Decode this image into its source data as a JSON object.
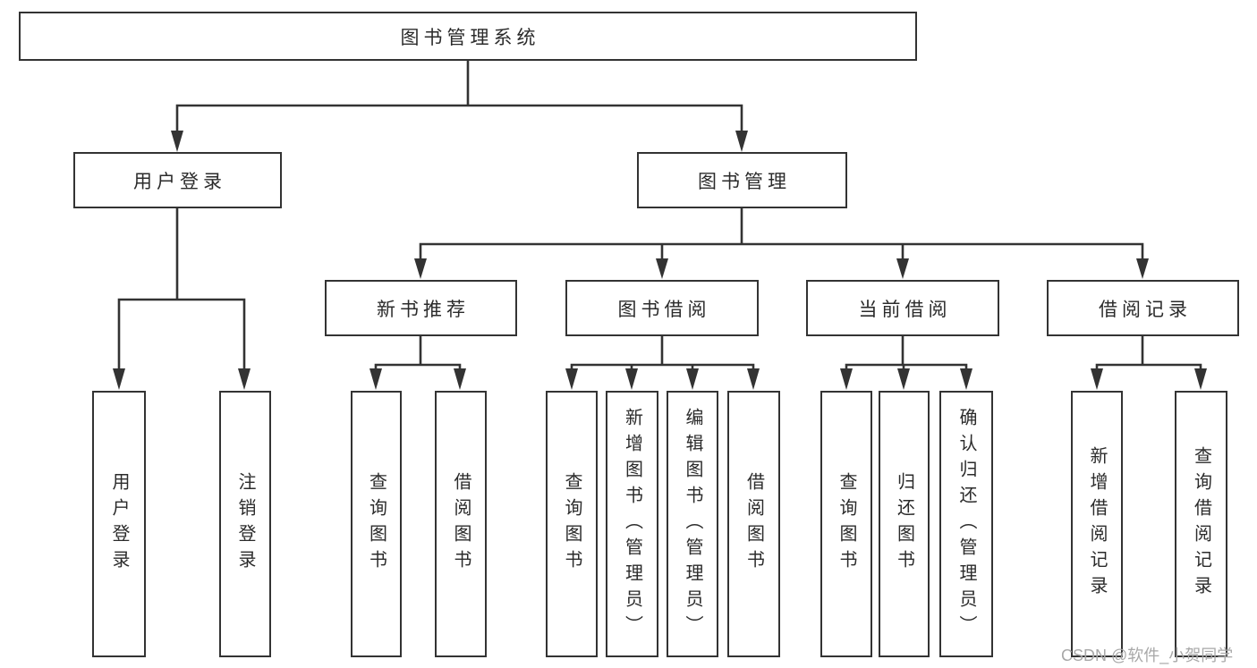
{
  "tree": {
    "root": "图书管理系统",
    "level2": [
      "用户登录",
      "图书管理"
    ],
    "level3": [
      "新书推荐",
      "图书借阅",
      "当前借阅",
      "借阅记录"
    ],
    "leaves": {
      "login": [
        "用户登录",
        "注销登录"
      ],
      "recommend": [
        "查询图书",
        "借阅图书"
      ],
      "borrow": [
        "查询图书",
        "新增图书（管理员）",
        "编辑图书（管理员）",
        "借阅图书"
      ],
      "current": [
        "查询图书",
        "归还图书",
        "确认归还（管理员）"
      ],
      "records": [
        "新增借阅记录",
        "查询借阅记录"
      ]
    }
  },
  "watermark": "CSDN @软件_小贺同学",
  "colors": {
    "line": "#333333",
    "text": "#2b2b2b",
    "watermark": "#a8a8a8",
    "background": "#ffffff"
  }
}
